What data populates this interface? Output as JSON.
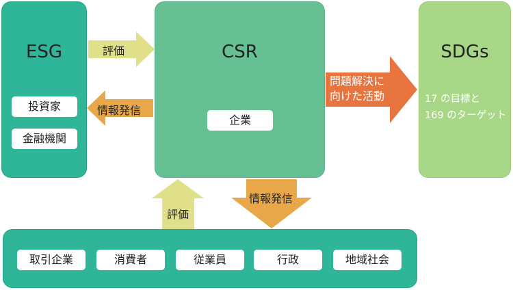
{
  "esg": {
    "title": "ESG",
    "items": [
      "投資家",
      "金融機関"
    ]
  },
  "csr": {
    "title": "CSR",
    "item": "企業"
  },
  "sdgs": {
    "title": "SDGs",
    "line1": "17 の目標と",
    "line2": "169 のターゲット"
  },
  "arrows": {
    "esg_to_csr": "評価",
    "csr_to_esg": "情報発信",
    "csr_to_sdgs_line1": "問題解決に",
    "csr_to_sdgs_line2": "向けた活動",
    "stakeholders_to_csr": "評価",
    "csr_to_stakeholders": "情報発信"
  },
  "stakeholders": [
    "取引企業",
    "消費者",
    "従業員",
    "行政",
    "地域社会"
  ],
  "colors": {
    "teal": "#2fb597",
    "csr_green": "#66c093",
    "sdgs_green": "#a9d788",
    "arrow_yellow": "#e1e08a",
    "arrow_orange": "#e8a84a",
    "arrow_red_orange": "#e8743f"
  }
}
